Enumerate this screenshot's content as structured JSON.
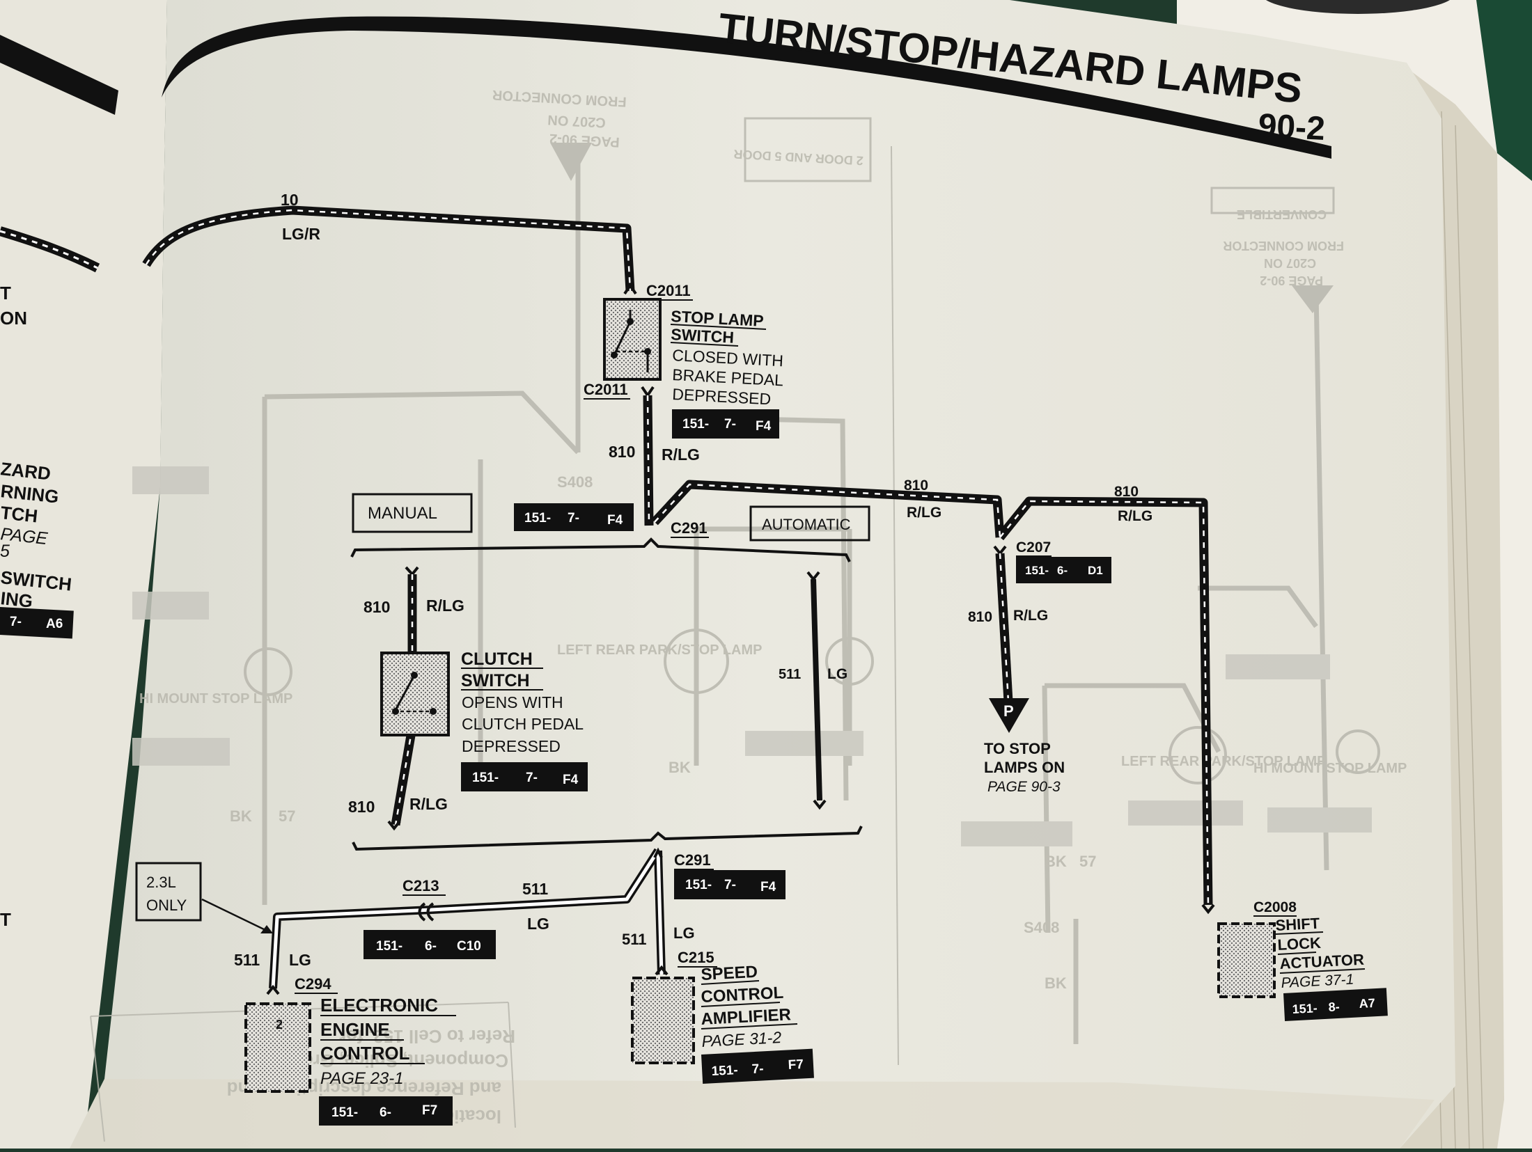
{
  "header": {
    "title": "TURN/STOP/HAZARD LAMPS",
    "page_number": "90-2"
  },
  "wires": {
    "top_circuit": "10",
    "top_color": "LG/R",
    "main_circuit": "810",
    "main_color": "R/LG",
    "lg_circuit": "511",
    "lg_color": "LG"
  },
  "connectors": {
    "c2011_top": "C2011",
    "c2011_bottom": "C2011",
    "c291_top": "C291",
    "c291_bottom": "C291",
    "c207": "C207",
    "c213": "C213",
    "c215": "C215",
    "c294": "C294",
    "c2008": "C2008",
    "pin_2": "2"
  },
  "stop_lamp_switch": {
    "lines": [
      "STOP LAMP",
      "SWITCH",
      "CLOSED WITH",
      "BRAKE PEDAL",
      "DEPRESSED"
    ],
    "ref": [
      "151-",
      "7-",
      "F4"
    ]
  },
  "ref_c291_top": [
    "151-",
    "7-",
    "F4"
  ],
  "ref_c207": [
    "151-",
    "6-",
    "D1"
  ],
  "labels": {
    "manual": "MANUAL",
    "automatic": "AUTOMATIC",
    "only_line1": "2.3L",
    "only_line2": "ONLY",
    "p_marker": "P",
    "to_stop_1": "TO STOP",
    "to_stop_2": "LAMPS ON",
    "to_stop_page": "PAGE 90-3"
  },
  "clutch_switch": {
    "lines": [
      "CLUTCH",
      "SWITCH",
      "OPENS WITH",
      "CLUTCH PEDAL",
      "DEPRESSED"
    ],
    "ref": [
      "151-",
      "7-",
      "F4"
    ]
  },
  "ref_c291_bottom": [
    "151-",
    "7-",
    "F4"
  ],
  "ref_c213": [
    "151-",
    "6-",
    "C10"
  ],
  "eec": {
    "lines": [
      "ELECTRONIC",
      "ENGINE",
      "CONTROL"
    ],
    "page": "PAGE 23-1",
    "ref": [
      "151-",
      "6-",
      "F7"
    ]
  },
  "speed_control": {
    "lines": [
      "SPEED",
      "CONTROL",
      "AMPLIFIER"
    ],
    "page": "PAGE 31-2",
    "ref": [
      "151-",
      "7-",
      "F7"
    ]
  },
  "shift_lock": {
    "lines": [
      "SHIFT",
      "LOCK",
      "ACTUATOR"
    ],
    "page": "PAGE 37-1",
    "ref": [
      "151-",
      "8-",
      "A7"
    ]
  },
  "left_page": {
    "lines": [
      "T",
      "ON",
      "ZARD",
      "RNING",
      "TCH",
      "PAGE",
      "5",
      "SWITCH",
      "ING",
      "T"
    ],
    "ref": [
      "7-",
      "A6"
    ]
  },
  "ghost_text": {
    "from_connector": "FROM CONNECTOR",
    "c207_on": "C207 ON",
    "page_90_2": "PAGE 90-2",
    "door": "2 DOOR AND 5 DOOR",
    "convertible": "CONVERTIBLE",
    "hi_mount": "HI MOUNT STOP LAMP",
    "left_rear": "LEFT REAR PARK/STOP LAMP",
    "refer_1": "Refer to Cell 152, for",
    "refer_2": "Component, Splice, Ground",
    "refer_3": "and Reference descriptions and",
    "refer_4": "locations",
    "bk": "BK",
    "w57": "57",
    "s408": "S408"
  }
}
